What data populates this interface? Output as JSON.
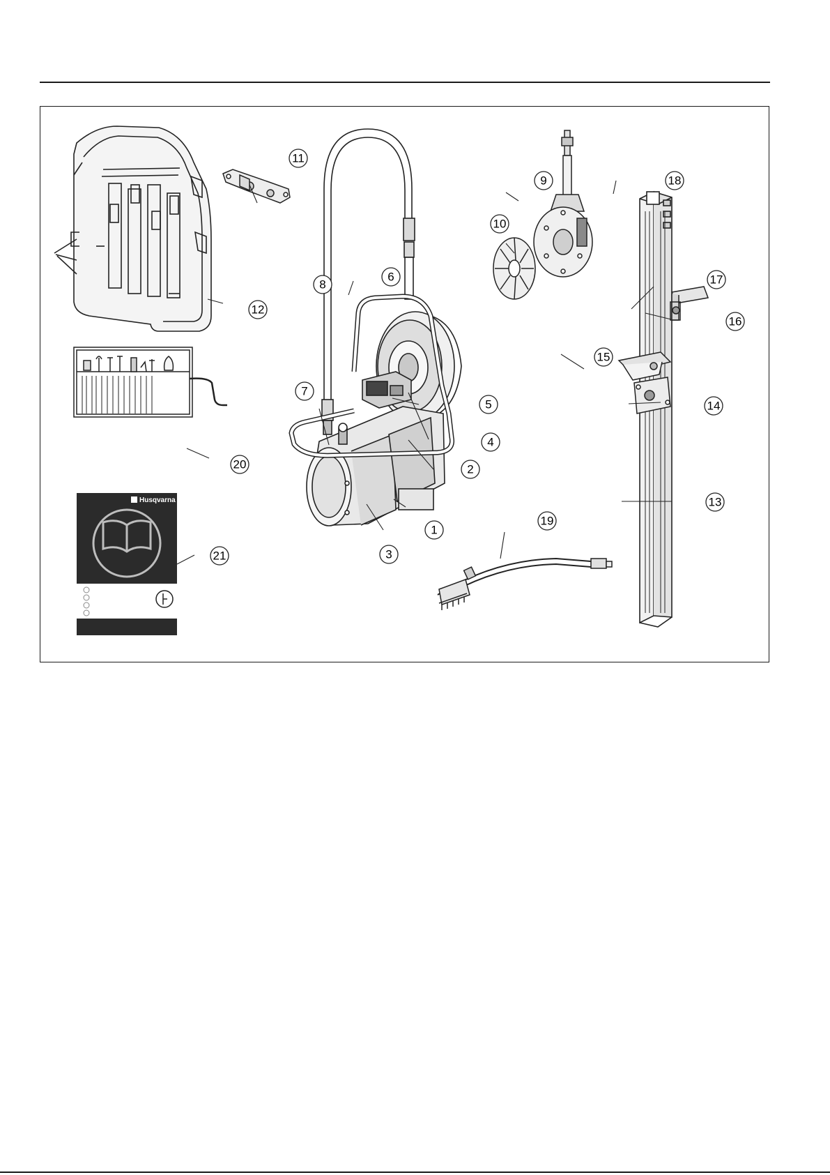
{
  "figure": {
    "callouts": [
      {
        "id": "1",
        "label": "1"
      },
      {
        "id": "2",
        "label": "2"
      },
      {
        "id": "3",
        "label": "3"
      },
      {
        "id": "4",
        "label": "4"
      },
      {
        "id": "5",
        "label": "5"
      },
      {
        "id": "6",
        "label": "6"
      },
      {
        "id": "7",
        "label": "7"
      },
      {
        "id": "8",
        "label": "8"
      },
      {
        "id": "9",
        "label": "9"
      },
      {
        "id": "10",
        "label": "10"
      },
      {
        "id": "11",
        "label": "11"
      },
      {
        "id": "12",
        "label": "12"
      },
      {
        "id": "13",
        "label": "13"
      },
      {
        "id": "14",
        "label": "14"
      },
      {
        "id": "15",
        "label": "15"
      },
      {
        "id": "16",
        "label": "16"
      },
      {
        "id": "17",
        "label": "17"
      },
      {
        "id": "18",
        "label": "18"
      },
      {
        "id": "19",
        "label": "19"
      },
      {
        "id": "20",
        "label": "20"
      },
      {
        "id": "21",
        "label": "21"
      }
    ],
    "manual_cover": {
      "brand": "Husqvarna"
    }
  }
}
